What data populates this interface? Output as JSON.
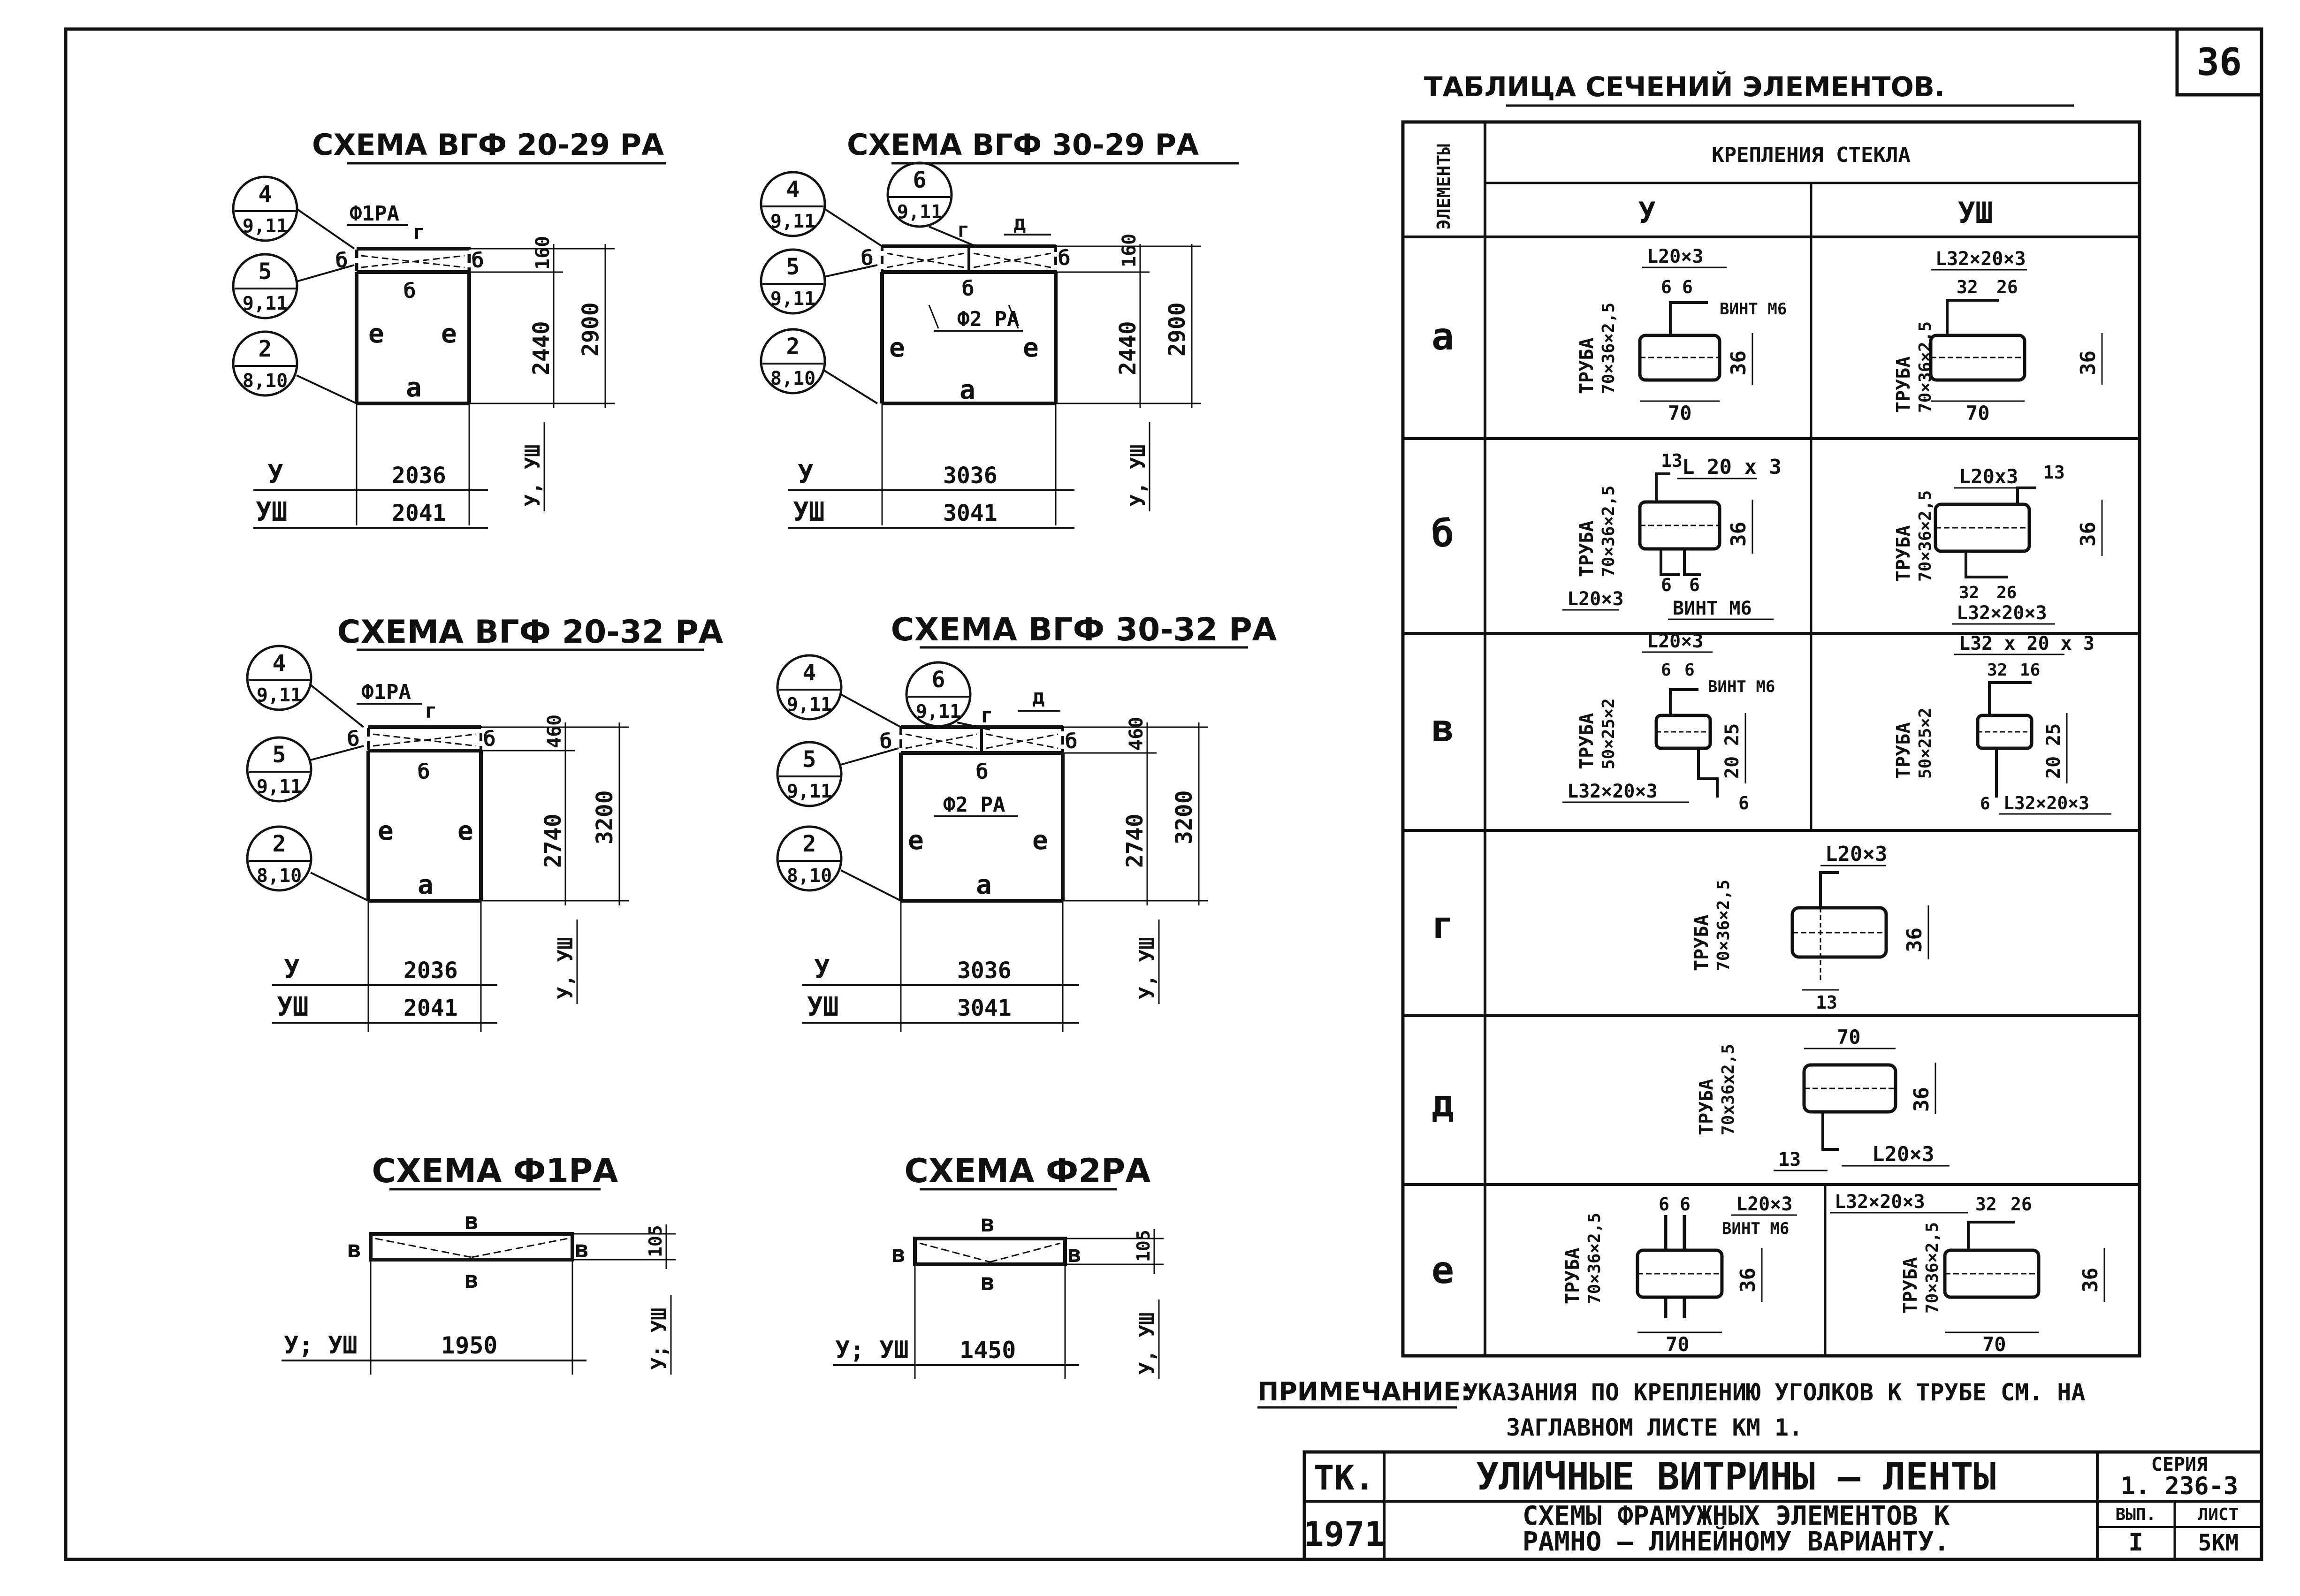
{
  "sheet_number": "36",
  "schemes": [
    {
      "title": "СХЕМА ВГФ 20-29 РА",
      "c_top_1": "4",
      "c_bot_1": "9,11",
      "c_top_2": "5",
      "c_bot_2": "9,11",
      "c_top_3": "2",
      "c_bot_3": "8,10",
      "ph": "Ф1РА",
      "b": "б",
      "g": "г",
      "b2": "б",
      "a": "а",
      "e": "е",
      "d1": "160",
      "d2": "2440",
      "d3": "2900",
      "vert": "У, УШ",
      "r1_label": "У",
      "r1_value": "2036",
      "r2_label": "УШ",
      "r2_value": "2041"
    },
    {
      "title": "СХЕМА ВГФ 30-29 РА",
      "c_top_1": "4",
      "c_bot_1": "9,11",
      "c_top_2": "5",
      "c_bot_2": "9,11",
      "c_top_3": "2",
      "c_bot_3": "8,10",
      "c_top_4": "6",
      "c_bot_4": "9,11",
      "ph": "Ф2 РА",
      "b": "б",
      "g": "г",
      "d": "д",
      "a": "а",
      "e": "е",
      "d1": "160",
      "d2": "2440",
      "d3": "2900",
      "vert": "У, УШ",
      "r1_label": "У",
      "r1_value": "3036",
      "r2_label": "УШ",
      "r2_value": "3041"
    },
    {
      "title": "СХЕМА ВГФ 20-32 РА",
      "c_top_1": "4",
      "c_bot_1": "9,11",
      "c_top_2": "5",
      "c_bot_2": "9,11",
      "c_top_3": "2",
      "c_bot_3": "8,10",
      "ph": "Ф1РА",
      "b": "б",
      "g": "г",
      "a": "а",
      "e": "е",
      "d1": "460",
      "d2": "2740",
      "d3": "3200",
      "vert": "У, УШ",
      "r1_label": "У",
      "r1_value": "2036",
      "r2_label": "УШ",
      "r2_value": "2041"
    },
    {
      "title": "СХЕМА ВГФ 30-32 РА",
      "c_top_1": "4",
      "c_bot_1": "9,11",
      "c_top_2": "5",
      "c_bot_2": "9,11",
      "c_top_3": "2",
      "c_bot_3": "8,10",
      "c_top_4": "6",
      "c_bot_4": "9,11",
      "ph": "Ф2 РА",
      "b": "б",
      "g": "г",
      "d": "д",
      "a": "а",
      "e": "е",
      "d1": "460",
      "d2": "2740",
      "d3": "3200",
      "vert": "У, УШ",
      "r1_label": "У",
      "r1_value": "3036",
      "r2_label": "УШ",
      "r2_value": "3041"
    }
  ],
  "frames": [
    {
      "title": "СХЕМА Ф1РА",
      "v": "в",
      "h": "105",
      "vert": "У; УШ",
      "label": "У; УШ",
      "value": "1950"
    },
    {
      "title": "СХЕМА Ф2РА",
      "v": "в",
      "h": "105",
      "vert": "У, УШ",
      "label": "У; УШ",
      "value": "1450"
    }
  ],
  "table": {
    "title": "ТАБЛИЦА СЕЧЕНИЙ ЭЛЕМЕНТОВ.",
    "col_elem": "ЭЛЕМЕНТЫ",
    "col_group": "КРЕПЛЕНИЯ СТЕКЛА",
    "col_y": "У",
    "col_ysh": "УШ",
    "rows": [
      {
        "elem": "а",
        "y": {
          "pipe": "ТРУБА",
          "size": "70×36×2,5",
          "angle": "L20×3",
          "d1": "6",
          "d2": "6",
          "screw": "ВИНТ М6",
          "w": "70",
          "h": "36"
        },
        "ysh": {
          "pipe": "ТРУБА",
          "size": "70×36×2,5",
          "angle": "L32×20×3",
          "d1": "32",
          "d2": "26",
          "w": "70",
          "h": "36"
        }
      },
      {
        "elem": "б",
        "y": {
          "pipe": "ТРУБА",
          "size": "70×36×2,5",
          "angle": "L 20 х 3",
          "d1": "13",
          "d2": "6",
          "d3": "6",
          "angle2": "L20×3",
          "screw": "ВИНТ М6",
          "h": "36"
        },
        "ysh": {
          "pipe": "ТРУБА",
          "size": "70×36×2,5",
          "angle": "L20х3",
          "d1": "13",
          "d2": "32",
          "d3": "26",
          "angle2": "L32×20×3",
          "h": "36"
        }
      },
      {
        "elem": "в",
        "y": {
          "pipe": "ТРУБА",
          "size": "50×25×2",
          "angle": "L20×3",
          "d1": "6",
          "d2": "6",
          "screw": "ВИНТ М6",
          "h1": "25",
          "h2": "20",
          "d3": "6",
          "angle2": "L32×20×3"
        },
        "ysh": {
          "pipe": "ТРУБА",
          "size": "50×25×2",
          "angle": "L32 х 20 х 3",
          "d1": "32",
          "d2": "16",
          "h1": "25",
          "h2": "20",
          "d3": "6",
          "angle2": "L32×20×3"
        }
      },
      {
        "elem": "г",
        "merged": {
          "pipe": "ТРУБА",
          "size": "70×36×2,5",
          "angle": "L20×3",
          "h": "36",
          "d": "13"
        }
      },
      {
        "elem": "д",
        "merged": {
          "pipe": "ТРУБА",
          "size": "70х36х2,5",
          "w": "70",
          "h": "36",
          "d": "13",
          "angle": "L20×3"
        }
      },
      {
        "elem": "е",
        "y": {
          "pipe": "ТРУБА",
          "size": "70×36×2,5",
          "angle": "L20×3",
          "d1": "6",
          "d2": "6",
          "screw": "ВИНТ М6",
          "w": "70",
          "h": "36"
        },
        "ysh": {
          "pipe": "ТРУБА",
          "size": "70×36×2,5",
          "angle": "L32×20×3",
          "d1": "32",
          "d2": "26",
          "w": "70",
          "h": "36"
        }
      }
    ]
  },
  "note": {
    "label": "ПРИМЕЧАНИЕ:",
    "line1": "УКАЗАНИЯ ПО КРЕПЛЕНИЮ УГОЛКОВ К ТРУБЕ СМ. НА",
    "line2": "ЗАГЛАВНОМ ЛИСТЕ КМ 1."
  },
  "stamp": {
    "org": "ТК.",
    "year": "1971",
    "title1": "УЛИЧНЫЕ ВИТРИНЫ – ЛЕНТЫ",
    "title2a": "СХЕМЫ ФРАМУЖНЫХ ЭЛЕМЕНТОВ К",
    "title2b": "РАМНО – ЛИНЕЙНОМУ ВАРИАНТУ.",
    "series_label": "СЕРИЯ",
    "series_value": "1. 236-3",
    "issue_label": "ВЫП.",
    "issue_value": "I",
    "sheet_label": "ЛИСТ",
    "sheet_value": "5КМ"
  }
}
